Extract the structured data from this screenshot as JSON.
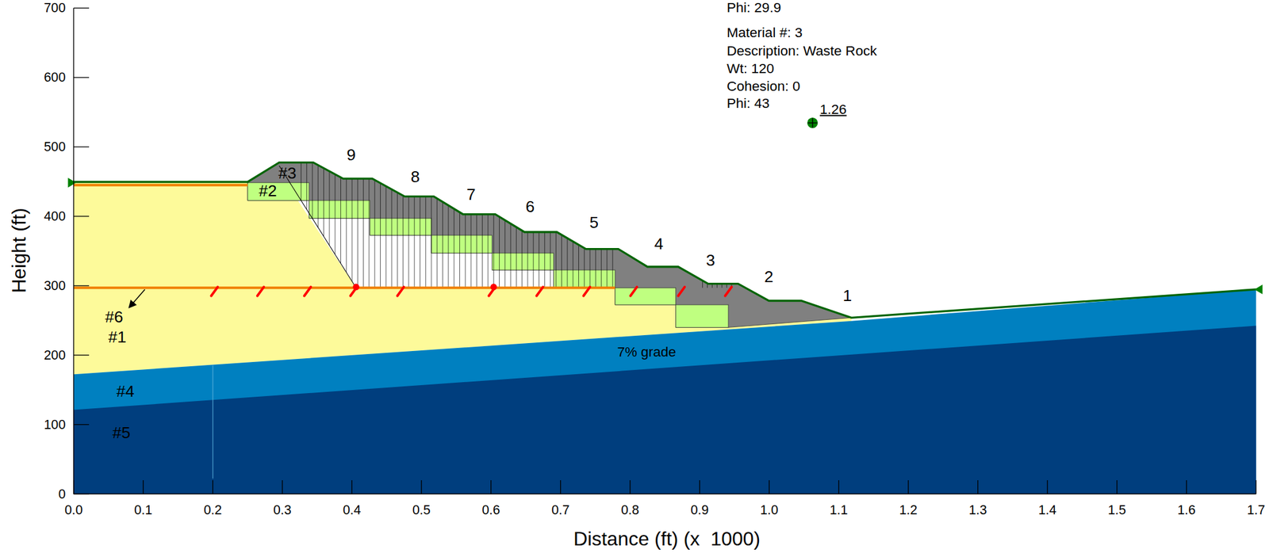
{
  "diagram": {
    "labels": [
      "Phi: 29.9",
      "Material #: 3",
      "Description: Waste Rock",
      "Wt: 120",
      "Cohesion: 0",
      "Phi: 43",
      "1.26",
      "9",
      "8",
      "7",
      "6",
      "5",
      "4",
      "3",
      "2",
      "1",
      "#3",
      "#2",
      "#6",
      "#1",
      "#4",
      "#5",
      "7% grade",
      "0",
      "100",
      "200",
      "300",
      "400",
      "500",
      "600",
      "700",
      "0.0",
      "0.1",
      "0.2",
      "0.3",
      "0.4",
      "0.5",
      "0.6",
      "0.7",
      "0.8",
      "0.9",
      "1.0",
      "1.1",
      "1.2",
      "1.3",
      "1.4",
      "1.5",
      "1.6",
      "1.7",
      "Height (ft)",
      "Distance (ft) (x  1000)"
    ]
  }
}
